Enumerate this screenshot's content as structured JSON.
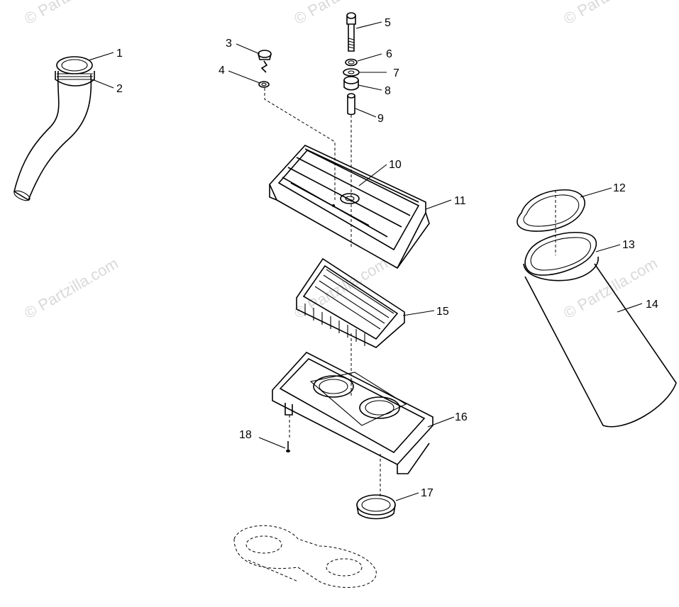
{
  "watermarks": [
    "© Partzilla.com",
    "© Partzilla.com",
    "© Partzilla.com",
    "© Partzilla.com",
    "© Partzilla.com",
    "© Partzilla.com"
  ],
  "callouts": {
    "c1": "1",
    "c2": "2",
    "c3": "3",
    "c4": "4",
    "c5": "5",
    "c6": "6",
    "c7": "7",
    "c8": "8",
    "c9": "9",
    "c10": "10",
    "c11": "11",
    "c12": "12",
    "c13": "13",
    "c14": "14",
    "c15": "15",
    "c16": "16",
    "c17": "17",
    "c18": "18"
  }
}
